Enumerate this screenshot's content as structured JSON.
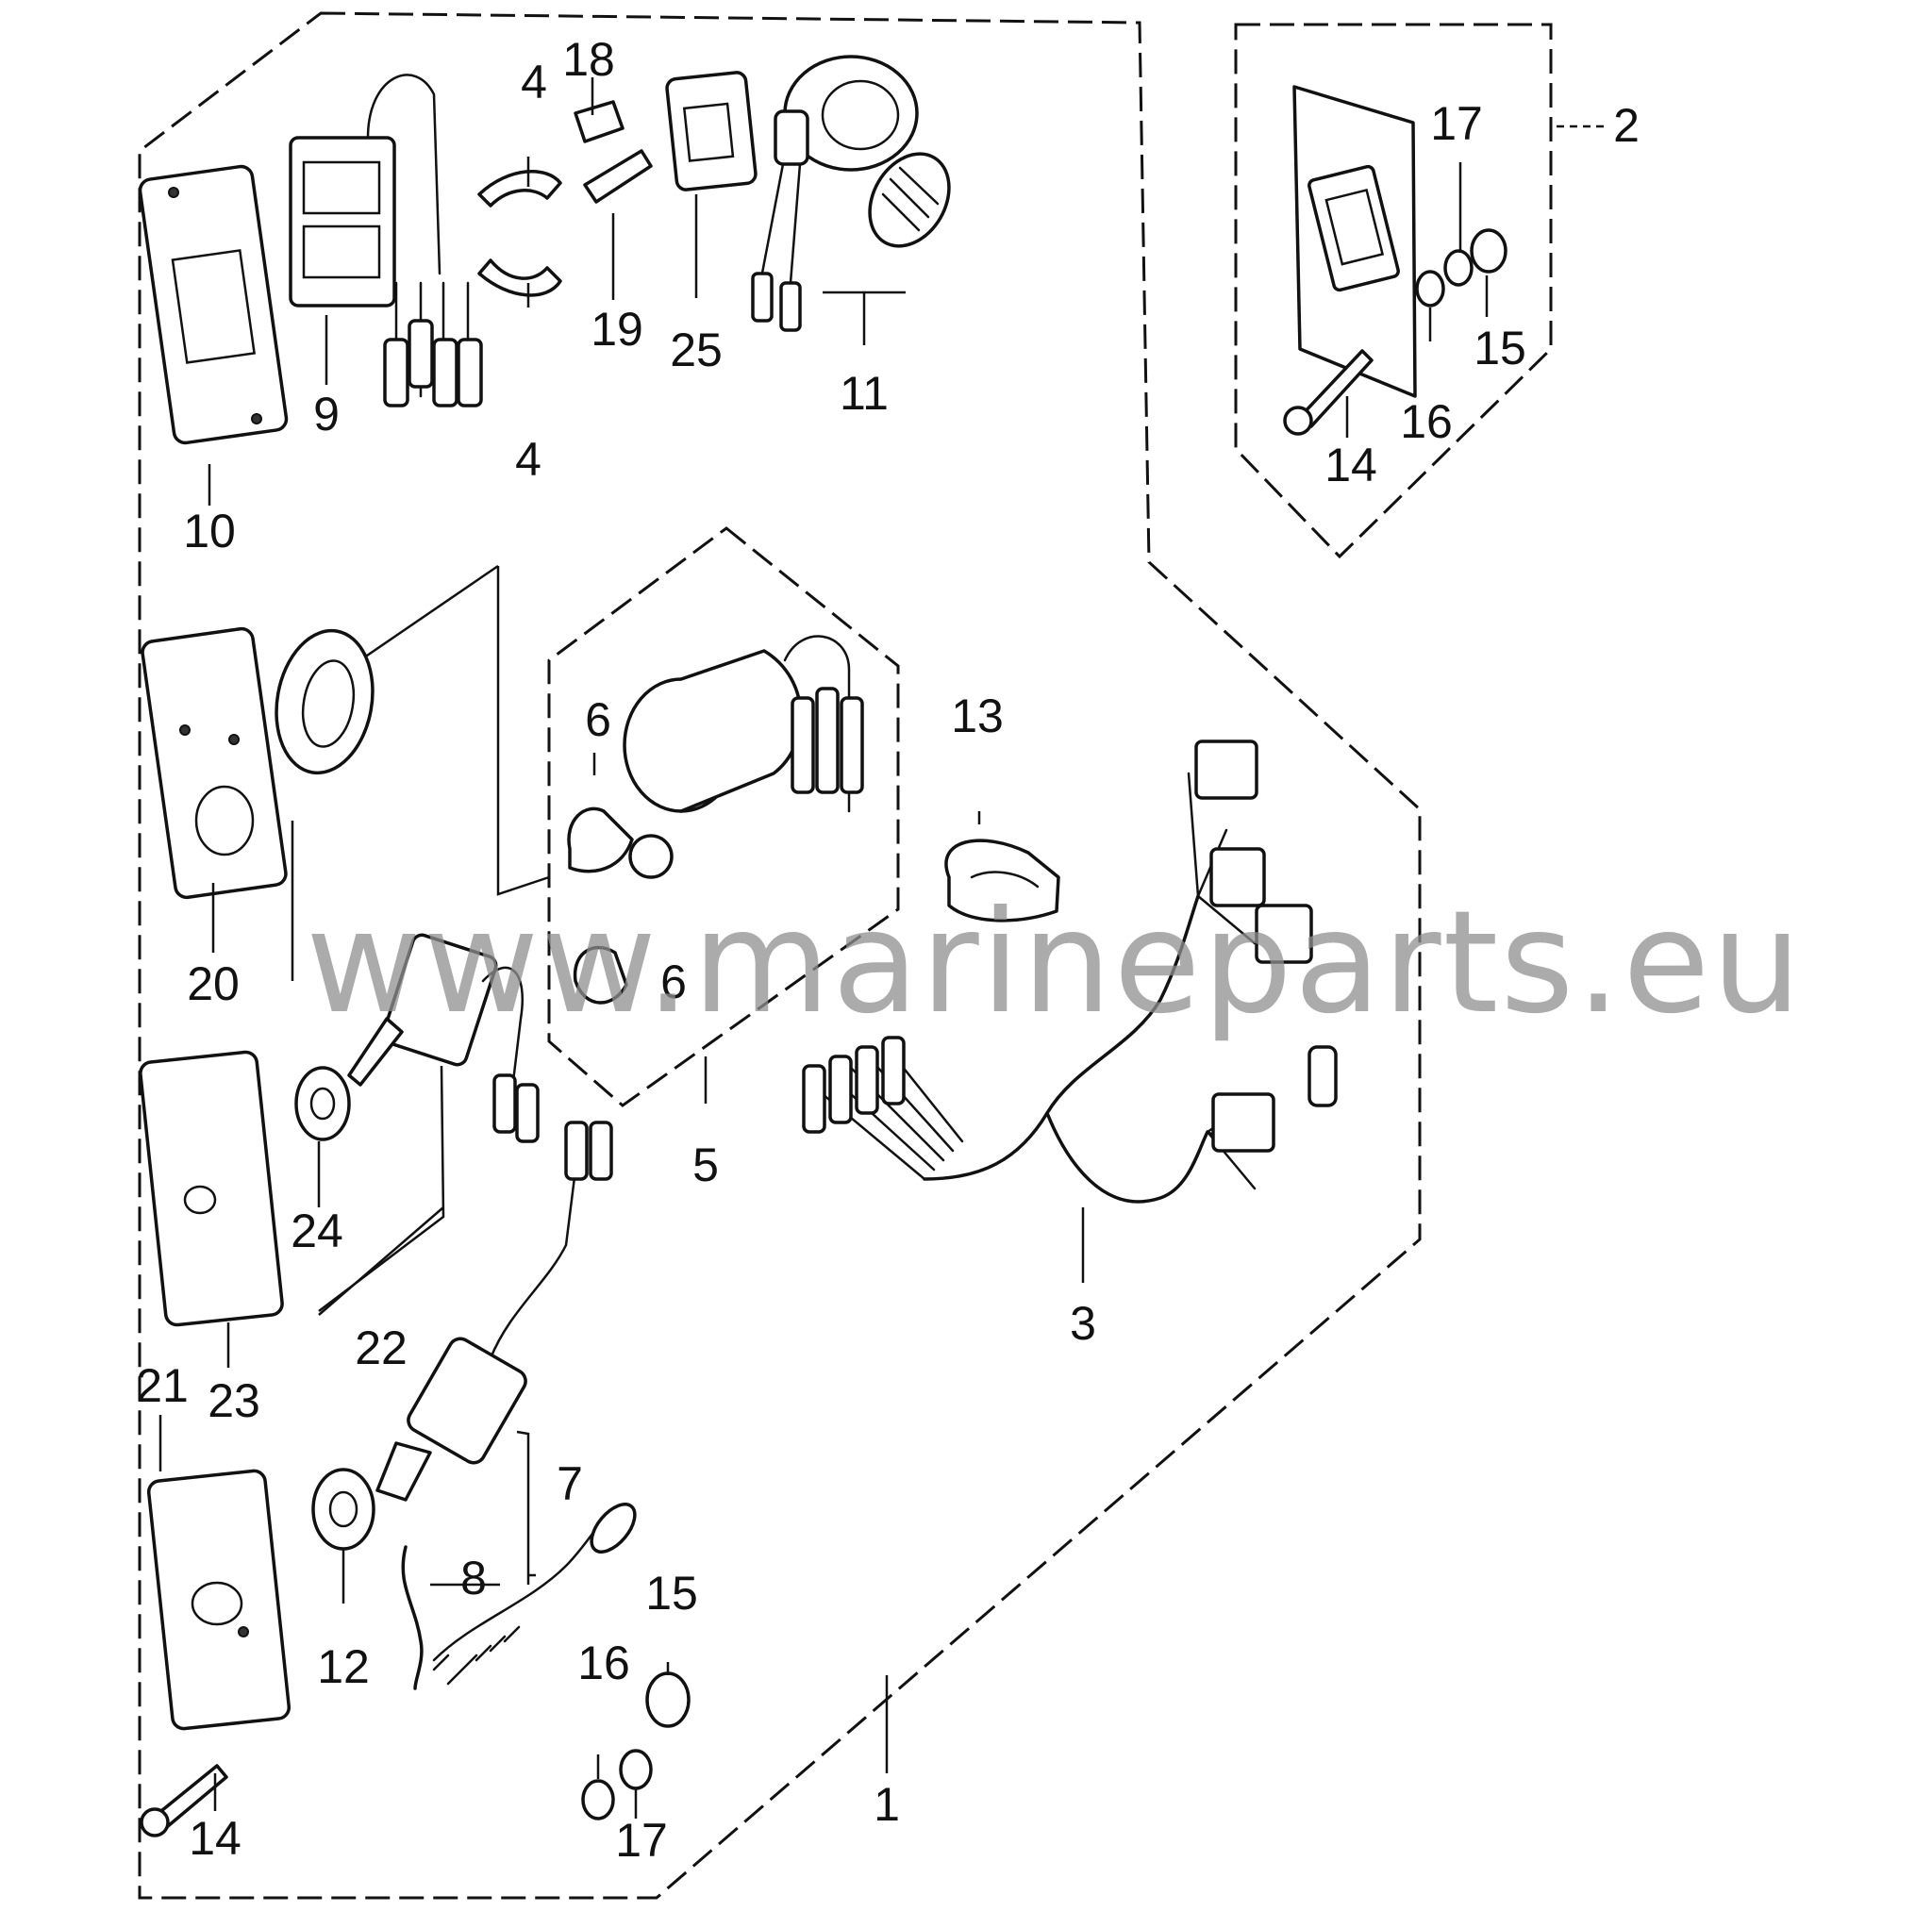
{
  "diagram": {
    "callouts": {
      "c1": "1",
      "c2": "2",
      "c3": "3",
      "c4a": "4",
      "c4b": "4",
      "c5": "5",
      "c6a": "6",
      "c6b": "6",
      "c7": "7",
      "c8": "8",
      "c9": "9",
      "c10": "10",
      "c11": "11",
      "c12": "12",
      "c13": "13",
      "c14a": "14",
      "c14b": "14",
      "c15a": "15",
      "c15b": "15",
      "c16a": "16",
      "c16b": "16",
      "c17a": "17",
      "c17b": "17",
      "c18": "18",
      "c19": "19",
      "c20": "20",
      "c21": "21",
      "c22": "22",
      "c23": "23",
      "c24": "24",
      "c25": "25"
    },
    "watermark": "www.marineparts.eu"
  }
}
